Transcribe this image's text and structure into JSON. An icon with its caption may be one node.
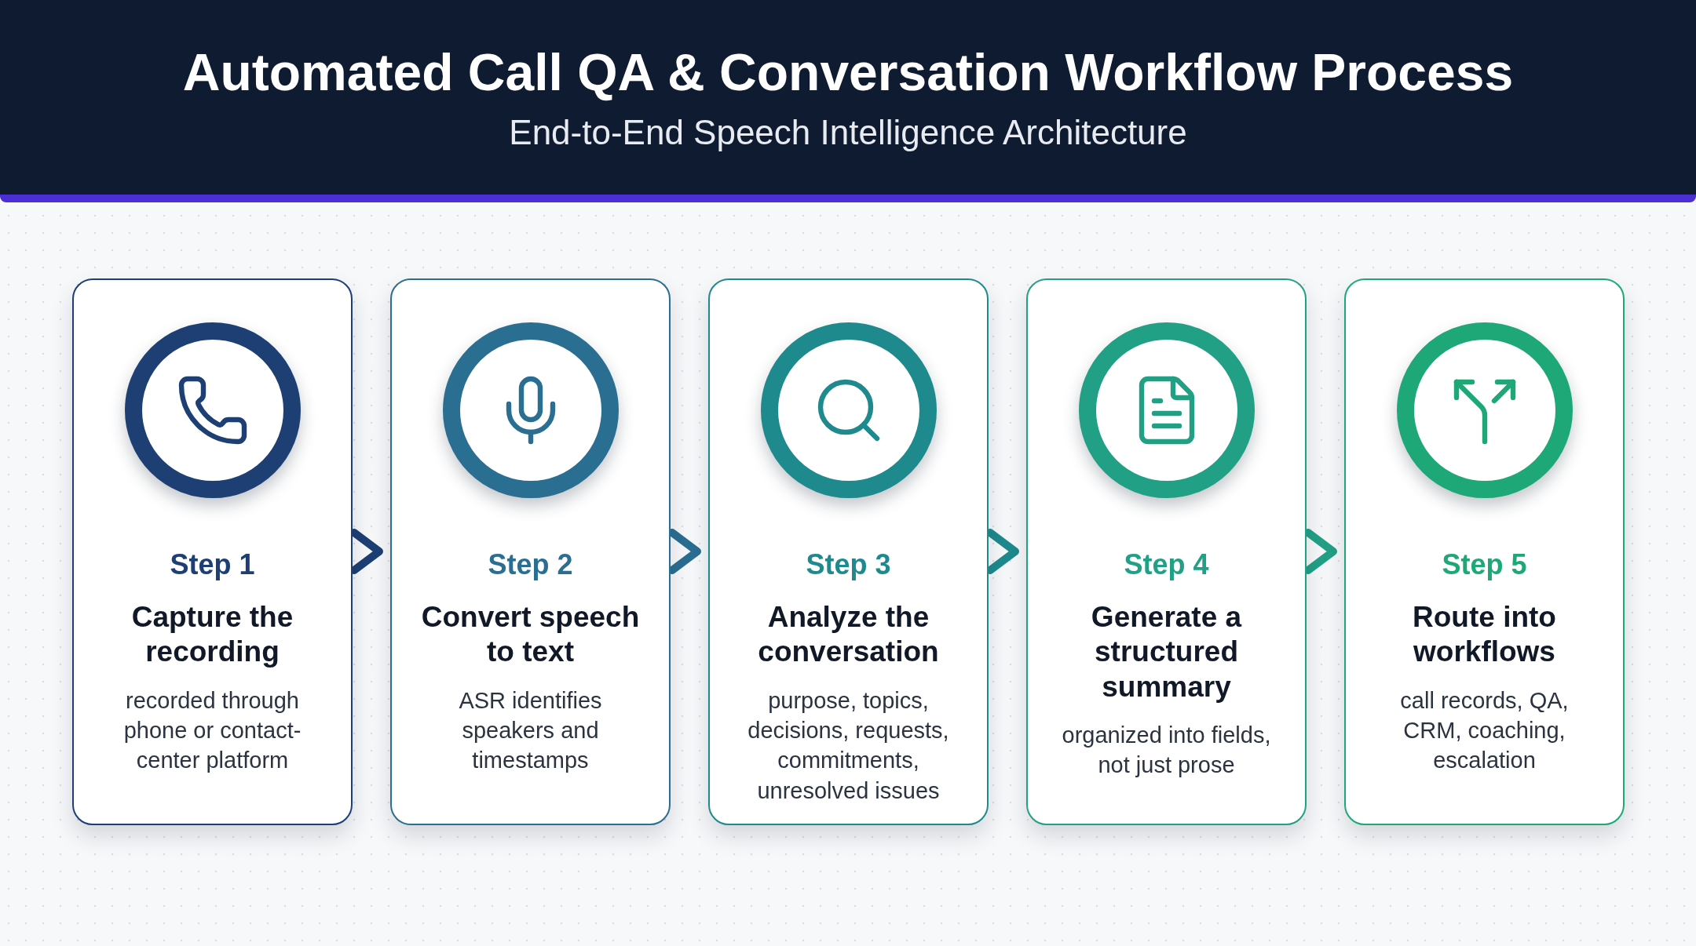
{
  "diagram": {
    "title": "Automated Call QA & Conversation Workflow Process",
    "caption": "End-to-End Speech Intelligence Architecture",
    "nodes": [
      {
        "text": [
          "Step 1",
          "Capture the recording",
          "recorded through phone or contact-center platform"
        ]
      },
      {
        "text": [
          "Step 2",
          "Convert speech to text",
          "ASR identifies speakers and timestamps"
        ]
      },
      {
        "text": [
          "Step 3",
          "Analyze the conversation",
          "purpose, topics, decisions, requests, commitments, unresolved issues"
        ]
      },
      {
        "text": [
          "Step 4",
          "Generate a structured summary",
          "organized into fields, not just prose"
        ]
      },
      {
        "text": [
          "Step 5",
          "Route into workflows",
          "call records, QA, CRM, coaching, escalation"
        ]
      }
    ],
    "edges": [
      {
        "from": 0,
        "to": 1,
        "arrow": "to",
        "color": "#1d3f74"
      },
      {
        "from": 1,
        "to": 2,
        "arrow": "to",
        "color": "#2a6e92"
      },
      {
        "from": 2,
        "to": 3,
        "arrow": "to",
        "color": "#1e8a8d"
      },
      {
        "from": 3,
        "to": 4,
        "arrow": "to",
        "color": "#22a086"
      }
    ]
  }
}
